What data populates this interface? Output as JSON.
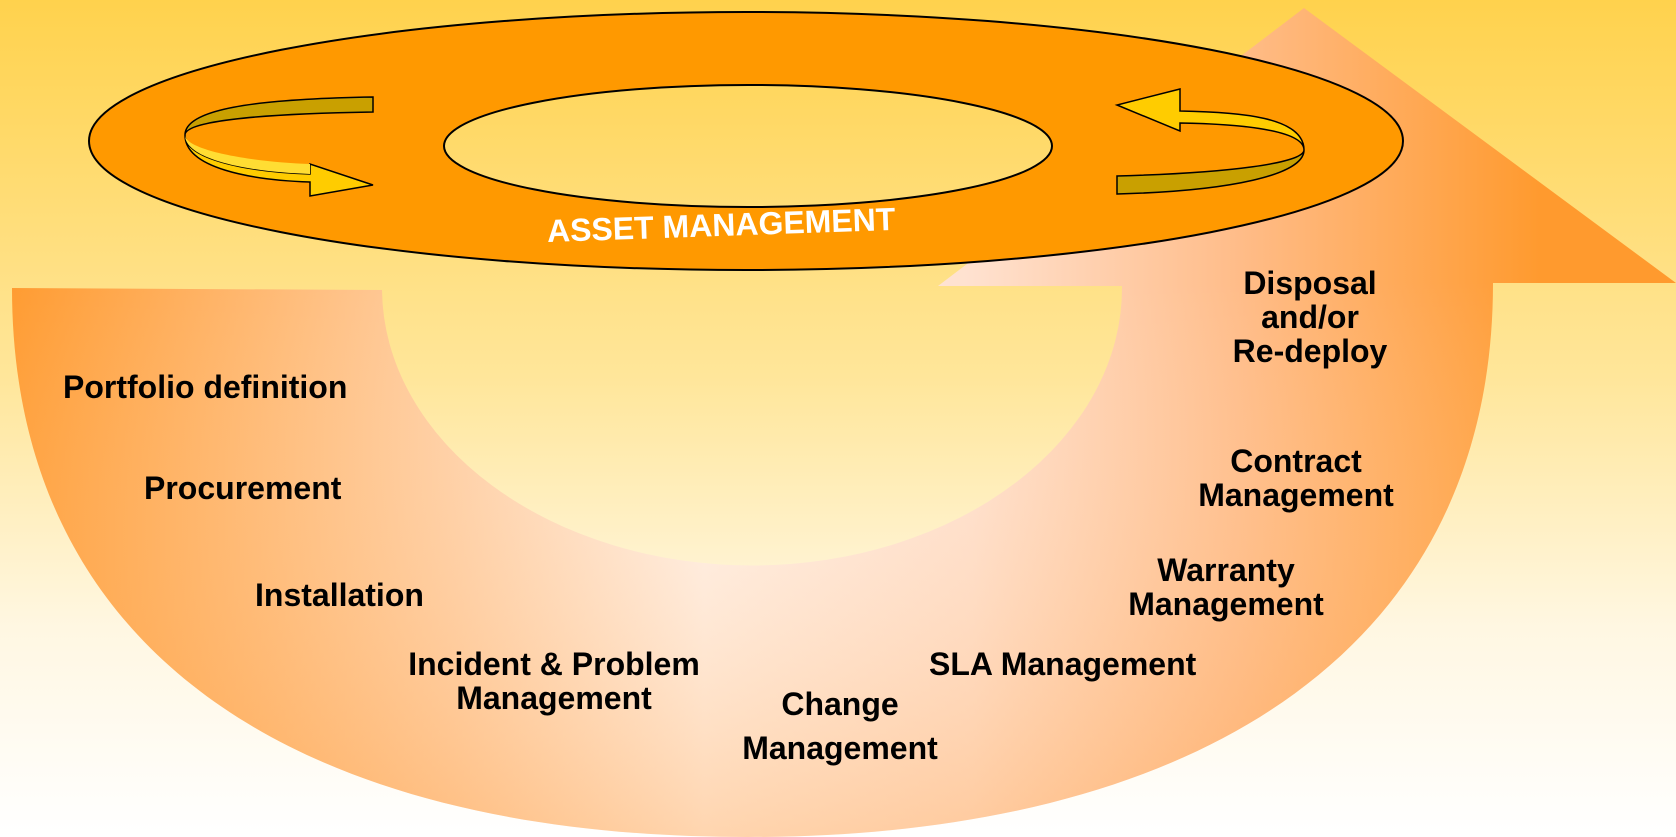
{
  "title": "ASSET MANAGEMENT",
  "steps": [
    {
      "id": "portfolio",
      "lines": [
        "Portfolio definition"
      ]
    },
    {
      "id": "procurement",
      "lines": [
        "Procurement"
      ]
    },
    {
      "id": "installation",
      "lines": [
        "Installation"
      ]
    },
    {
      "id": "incident",
      "lines": [
        "Incident & Problem",
        "Management"
      ]
    },
    {
      "id": "change",
      "lines": [
        "Change",
        "Management"
      ]
    },
    {
      "id": "sla",
      "lines": [
        "SLA Management"
      ]
    },
    {
      "id": "warranty",
      "lines": [
        "Warranty",
        "Management"
      ]
    },
    {
      "id": "contract",
      "lines": [
        "Contract",
        "Management"
      ]
    },
    {
      "id": "disposal",
      "lines": [
        "Disposal",
        "and/or",
        "Re-deploy"
      ]
    }
  ],
  "colors": {
    "ring_fill": "#ff9900",
    "u_arrow_edge": "#ff9a2e",
    "u_arrow_center": "#fff2ea",
    "small_arrow_fill": "#ffcc00",
    "small_arrow_back": "#c9a000",
    "title_text": "#ffffff",
    "label_text": "#000000"
  }
}
